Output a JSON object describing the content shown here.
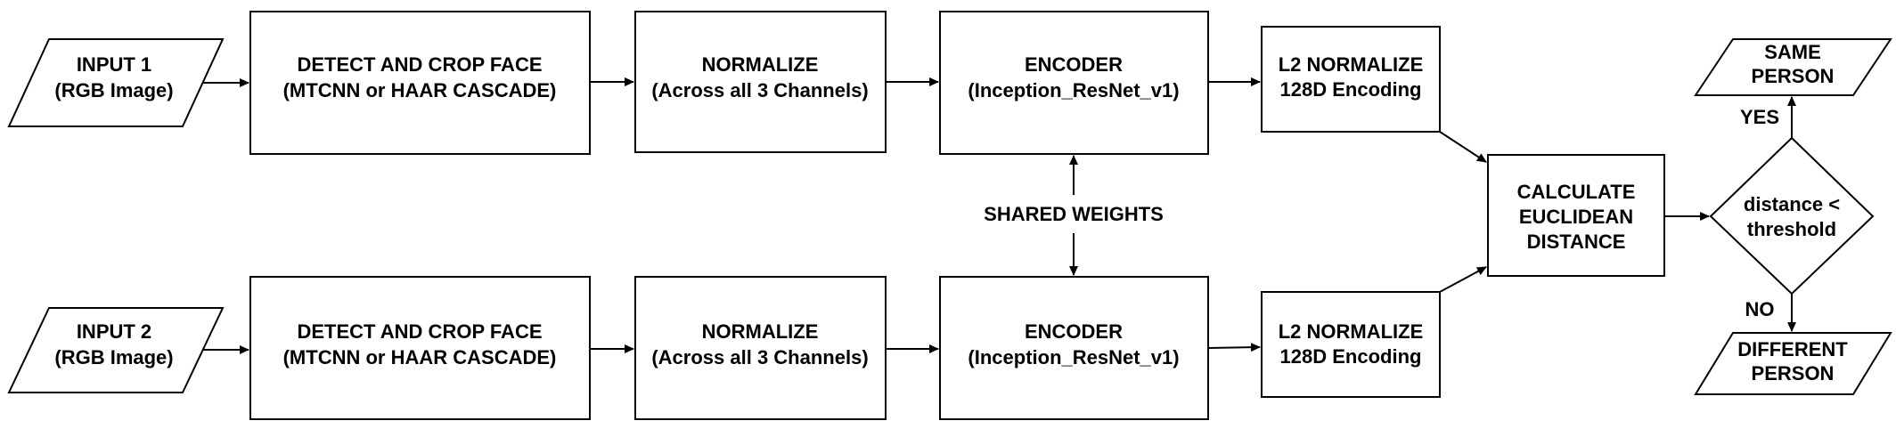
{
  "diagram": {
    "inputs": [
      {
        "line1": "INPUT 1",
        "line2": "(RGB Image)"
      },
      {
        "line1": "INPUT 2",
        "line2": "(RGB Image)"
      }
    ],
    "detect": {
      "line1": "DETECT AND CROP FACE",
      "line2": "(MTCNN or HAAR CASCADE)"
    },
    "normalize": {
      "line1": "NORMALIZE",
      "line2": "(Across all 3 Channels)"
    },
    "encoder": {
      "line1": "ENCODER",
      "line2": "(Inception_ResNet_v1)"
    },
    "l2": {
      "line1": "L2 NORMALIZE",
      "line2": "128D Encoding"
    },
    "shared_weights": "SHARED WEIGHTS",
    "distance": {
      "line1": "CALCULATE",
      "line2": "EUCLIDEAN",
      "line3": "DISTANCE"
    },
    "decision": {
      "line1": "distance <",
      "line2": "threshold"
    },
    "yes_label": "YES",
    "no_label": "NO",
    "same_person": {
      "line1": "SAME",
      "line2": "PERSON"
    },
    "different_person": {
      "line1": "DIFFERENT",
      "line2": "PERSON"
    }
  }
}
